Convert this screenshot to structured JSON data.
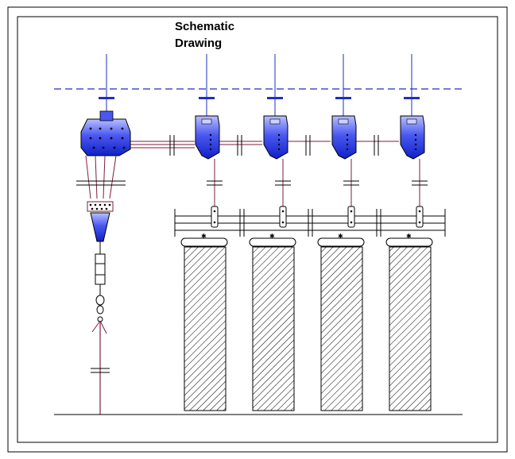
{
  "title": {
    "line1": "Schematic",
    "line2": "Drawing"
  },
  "colors": {
    "frame": "#000000",
    "dashed_line": "#1f2fbf",
    "cable": "#7a1f3a",
    "pulley_fill_light": "#9aa6ff",
    "pulley_fill_dark": "#1a2bd8",
    "hatch": "#000000"
  },
  "counts": {
    "main_pulleys": 1,
    "batten_pulleys": 4,
    "curtains": 4
  }
}
